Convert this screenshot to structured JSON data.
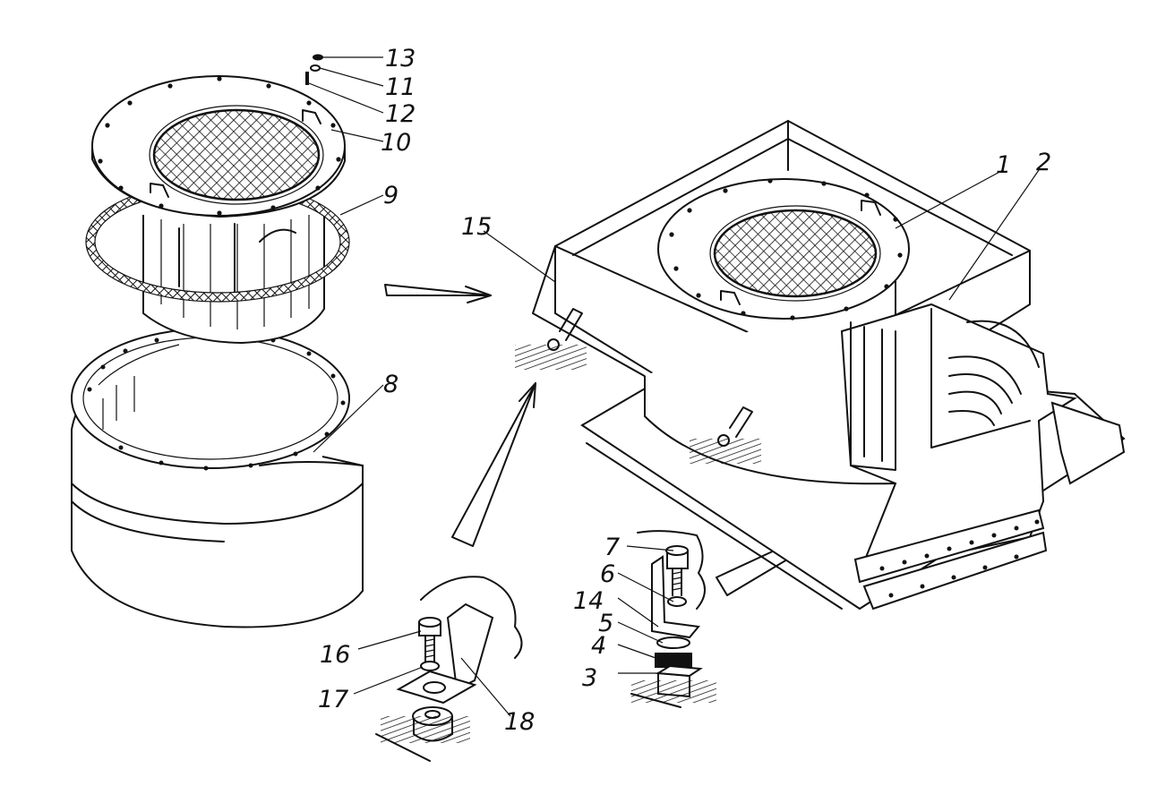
{
  "labels": {
    "l1": "1",
    "l2": "2",
    "l3": "3",
    "l4": "4",
    "l5": "5",
    "l6": "6",
    "l7": "7",
    "l8": "8",
    "l9": "9",
    "l10": "10",
    "l11": "11",
    "l12": "12",
    "l13": "13",
    "l14": "14",
    "l15": "15",
    "l16": "16",
    "l17": "17",
    "l18": "18"
  },
  "colors": {
    "ink": "#111111",
    "paper": "#ffffff"
  }
}
